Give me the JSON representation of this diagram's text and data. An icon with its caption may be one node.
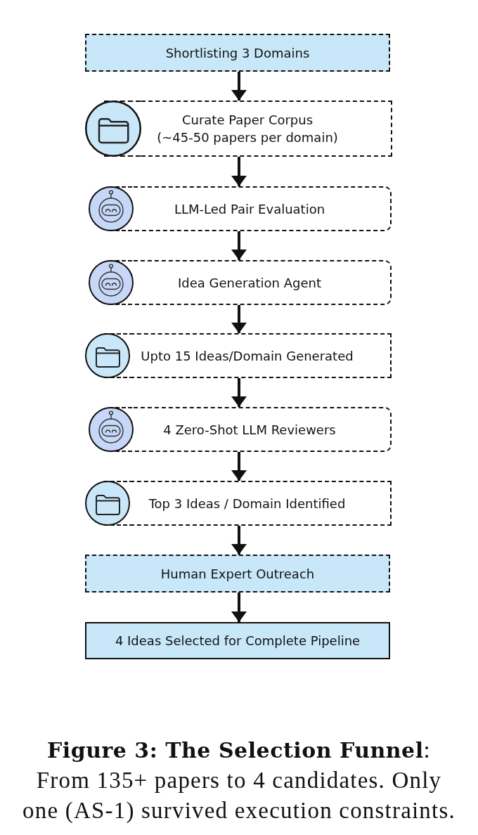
{
  "diagram": {
    "caption": "**Figure 3: The Selection Funnel**: From 135+ papers to 4 candidates. Only one (AS-1) survived execution constraints.",
    "nodes": [
      {
        "text": [
          "Shortlisting 3 Domains"
        ]
      },
      {
        "text": [
          "Curate Paper Corpus",
          "(~45-50 papers per domain)"
        ]
      },
      {
        "text": [
          "LLM-Led Pair Evaluation"
        ]
      },
      {
        "text": [
          "Idea Generation Agent"
        ]
      },
      {
        "text": [
          "Upto 15 Ideas/Domain Generated"
        ]
      },
      {
        "text": [
          "4 Zero-Shot LLM Reviewers"
        ]
      },
      {
        "text": [
          "Top 3 Ideas / Domain Identified"
        ]
      },
      {
        "text": [
          "Human Expert Outreach"
        ]
      },
      {
        "text": [
          "4 Ideas Selected for Complete Pipeline"
        ]
      }
    ],
    "edges": [
      {
        "from": 0,
        "to": 1,
        "arrow": "to"
      },
      {
        "from": 1,
        "to": 2,
        "arrow": "to"
      },
      {
        "from": 2,
        "to": 3,
        "arrow": "to"
      },
      {
        "from": 3,
        "to": 4,
        "arrow": "to"
      },
      {
        "from": 4,
        "to": 5,
        "arrow": "to"
      },
      {
        "from": 5,
        "to": 6,
        "arrow": "to"
      },
      {
        "from": 6,
        "to": 7,
        "arrow": "to"
      },
      {
        "from": 7,
        "to": 8,
        "arrow": "to"
      }
    ]
  }
}
